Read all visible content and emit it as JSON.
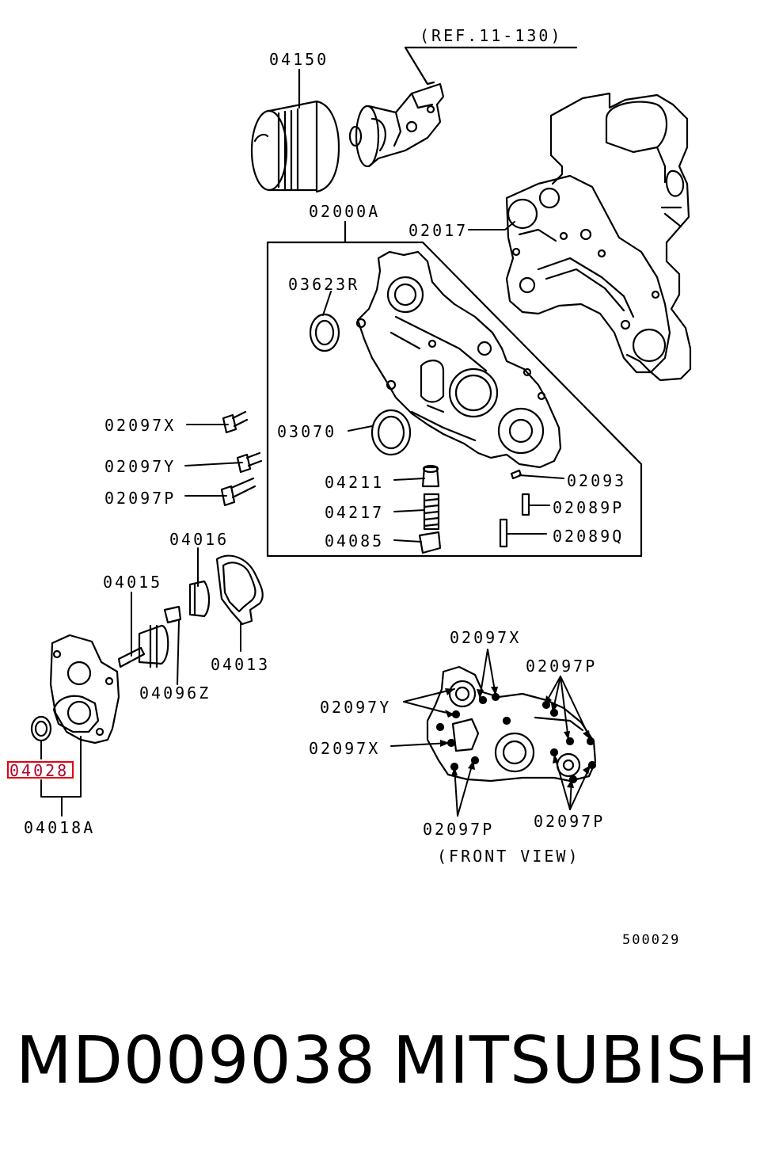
{
  "diagram": {
    "reference": "(REF.11-130)",
    "front_view_label": "(FRONT VIEW)",
    "drawing_number": "500029",
    "labels": {
      "p04150": "04150",
      "p02000A": "02000A",
      "p02017": "02017",
      "p03623R": "03623R",
      "p02097X_a": "02097X",
      "p03070": "03070",
      "p02097Y_a": "02097Y",
      "p02097P_a": "02097P",
      "p04211": "04211",
      "p02093": "02093",
      "p04217": "04217",
      "p02089P": "02089P",
      "p04085": "04085",
      "p02089Q": "02089Q",
      "p04016": "04016",
      "p04015": "04015",
      "p04013": "04013",
      "p04096Z": "04096Z",
      "p04028": "04028",
      "p04018A": "04018A",
      "p02097X_b": "02097X",
      "p02097P_b": "02097P",
      "p02097Y_b": "02097Y",
      "p02097X_c": "02097X",
      "p02097P_c": "02097P",
      "p02097P_d": "02097P"
    },
    "highlighted_part": "04028",
    "highlight_color": "#e8000b"
  },
  "caption": {
    "part_number": "MD009038",
    "brand": "MITSUBISHI"
  }
}
